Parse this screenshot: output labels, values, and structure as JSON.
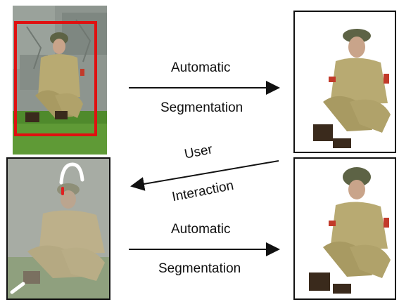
{
  "diagram": {
    "top_arrow": {
      "line1": "Automatic",
      "line2": "Segmentation"
    },
    "middle_arrow": {
      "line1": "User",
      "line2": "Interaction"
    },
    "bottom_arrow": {
      "line1": "Automatic",
      "line2": "Segmentation"
    }
  },
  "colors": {
    "bbox": "#e01010",
    "arrow": "#111111",
    "scribble_fg": "#ffffff",
    "scribble_bg": "#e02020",
    "uniform": "#b8aa72",
    "helmet": "#5d6345",
    "grass": "#4f8a2c",
    "rock": "#8c948f"
  },
  "icons": {
    "top_arrow": "arrow-right-icon",
    "middle_arrow": "arrow-left-icon",
    "bottom_arrow": "arrow-right-icon"
  }
}
